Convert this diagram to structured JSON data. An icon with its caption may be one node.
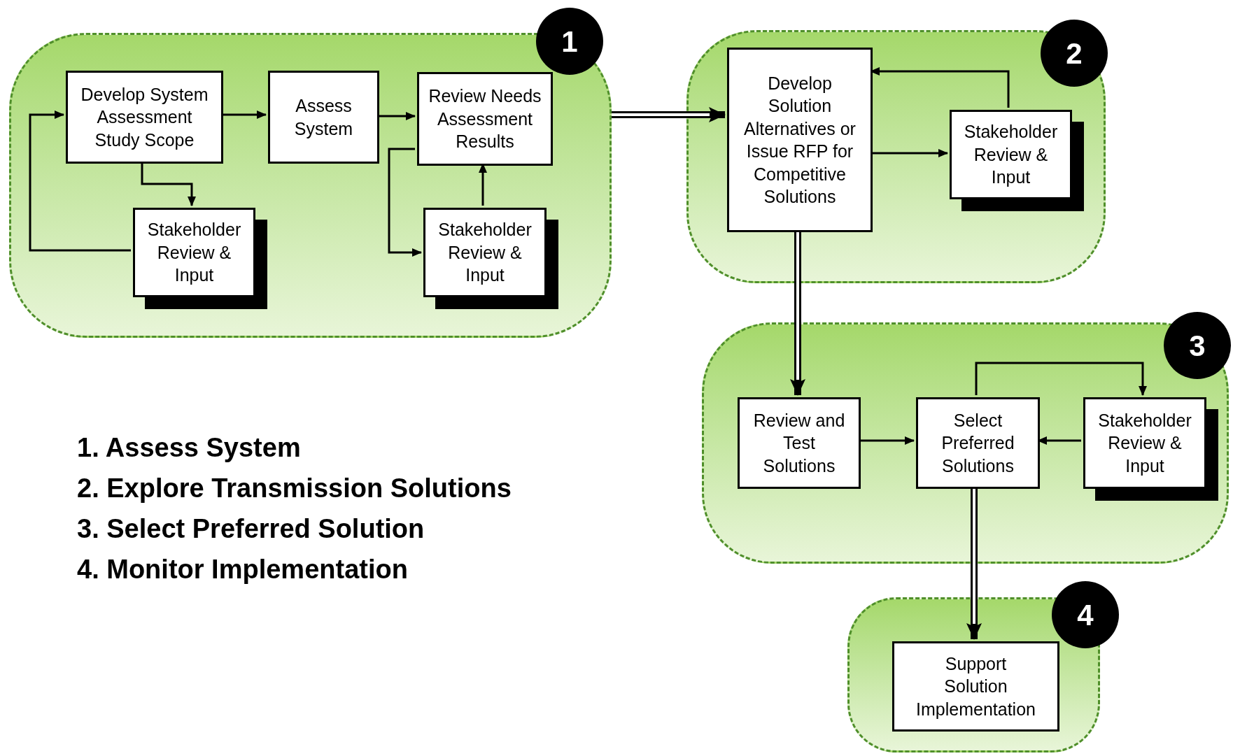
{
  "diagram": {
    "nodes": [
      {
        "text": [
          "1"
        ]
      },
      {
        "text": [
          "Develop System Assessment Study Scope"
        ],
        "in": 0
      },
      {
        "text": [
          "Assess System"
        ],
        "in": 0
      },
      {
        "text": [
          "Review Needs Assessment Results"
        ],
        "in": 0
      },
      {
        "text": [
          "Stakeholder Review & Input"
        ],
        "in": 0
      },
      {
        "text": [
          "Stakeholder Review & Input"
        ],
        "in": 0
      },
      {
        "text": [
          "2"
        ]
      },
      {
        "text": [
          "Develop Solution Alternatives or Issue RFP for Competitive Solutions"
        ],
        "in": 6
      },
      {
        "text": [
          "Stakeholder Review & Input"
        ],
        "in": 6
      },
      {
        "text": [
          "3"
        ]
      },
      {
        "text": [
          "Review and Test Solutions"
        ],
        "in": 9
      },
      {
        "text": [
          "Select Preferred Solutions"
        ],
        "in": 9
      },
      {
        "text": [
          "Stakeholder Review & Input"
        ],
        "in": 9
      },
      {
        "text": [
          "4"
        ]
      },
      {
        "text": [
          "Support Solution Implementation"
        ],
        "in": 13
      }
    ],
    "edges": [
      {
        "from": 1,
        "to": 2,
        "arrow": "to"
      },
      {
        "from": 1,
        "to": 4,
        "arrow": "to"
      },
      {
        "from": 4,
        "to": 1,
        "arrow": "to"
      },
      {
        "from": 2,
        "to": 3,
        "arrow": "to"
      },
      {
        "from": 3,
        "to": 5,
        "arrow": "to"
      },
      {
        "from": 5,
        "to": 3,
        "arrow": "to"
      },
      {
        "from": 0,
        "to": 7,
        "arrow": "to",
        "style": "thick"
      },
      {
        "from": 7,
        "to": 8,
        "arrow": "to"
      },
      {
        "from": 8,
        "to": 7,
        "arrow": "to"
      },
      {
        "from": 7,
        "to": 10,
        "arrow": "to",
        "style": "thick"
      },
      {
        "from": 10,
        "to": 11,
        "arrow": "to"
      },
      {
        "from": 12,
        "to": 11,
        "arrow": "to"
      },
      {
        "from": 11,
        "to": 12,
        "arrow": "to"
      },
      {
        "from": 11,
        "to": 14,
        "arrow": "to",
        "style": "thick"
      }
    ],
    "labels": [
      "1. Assess System",
      "2. Explore Transmission Solutions",
      "3. Select Preferred Solution",
      "4. Monitor Implementation"
    ]
  }
}
